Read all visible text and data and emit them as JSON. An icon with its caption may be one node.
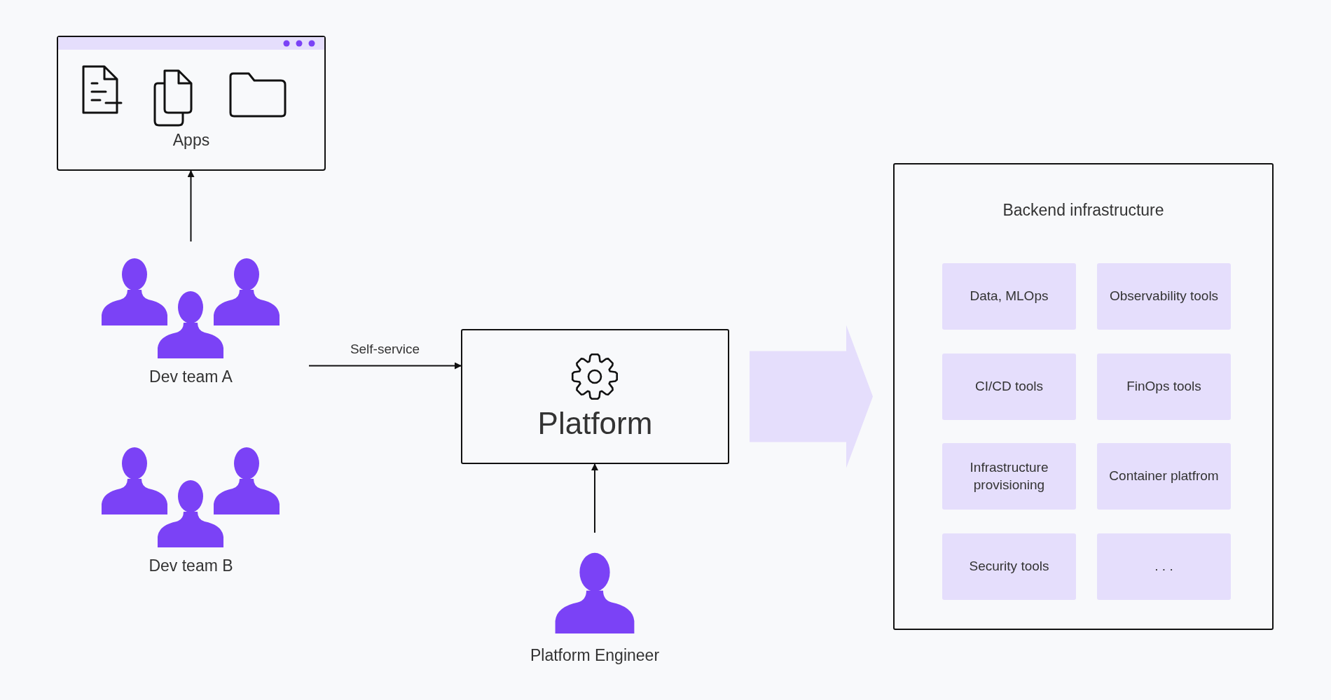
{
  "diagram": {
    "nodes": [
      {
        "text": [
          "Apps"
        ]
      },
      {
        "text": [
          "Dev team A"
        ]
      },
      {
        "text": [
          "Dev team B"
        ]
      },
      {
        "text": [
          "Platform"
        ]
      },
      {
        "text": [
          "Platform Engineer"
        ]
      },
      {
        "text": [
          "Backend infrastructure"
        ]
      },
      {
        "text": [
          "Data, MLOps"
        ],
        "in": 5
      },
      {
        "text": [
          "Observability tools"
        ],
        "in": 5
      },
      {
        "text": [
          "CI/CD tools"
        ],
        "in": 5
      },
      {
        "text": [
          "FinOps tools"
        ],
        "in": 5
      },
      {
        "text": [
          "Infrastructure provisioning"
        ],
        "in": 5
      },
      {
        "text": [
          "Container platfrom"
        ],
        "in": 5
      },
      {
        "text": [
          "Security tools"
        ],
        "in": 5
      },
      {
        "text": [
          ". . ."
        ],
        "in": 5
      }
    ],
    "edges": [
      {
        "from": 1,
        "to": 0,
        "arrow": "to"
      },
      {
        "from": 1,
        "to": 3,
        "arrow": "to",
        "label": "Self-service"
      },
      {
        "from": 4,
        "to": 3,
        "arrow": "to"
      },
      {
        "from": 3,
        "to": 5,
        "arrow": "to",
        "style": "thick",
        "color": "#e5defc"
      }
    ]
  }
}
